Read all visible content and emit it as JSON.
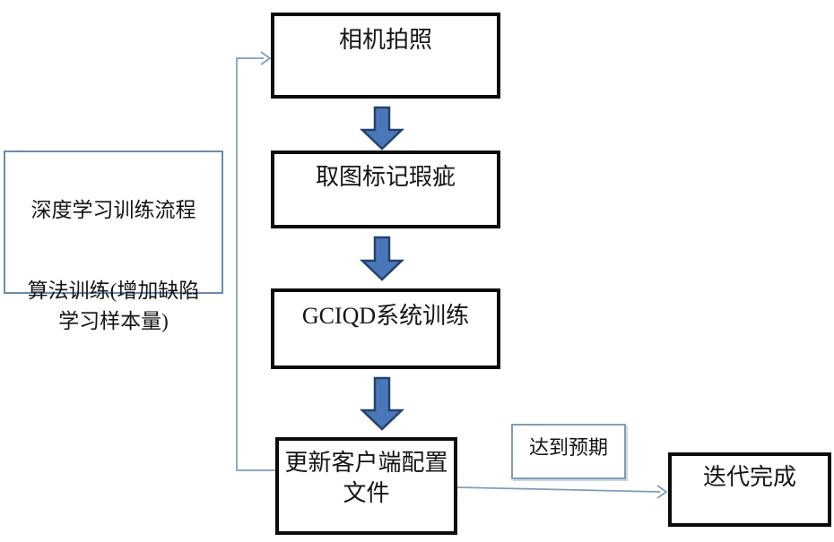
{
  "diagram": {
    "note": {
      "title_line": "深度学习训练流程",
      "body": "算法训练(增加缺陷\n学习样本量)"
    },
    "steps": [
      {
        "id": "camera",
        "label": "相机拍照"
      },
      {
        "id": "annotate",
        "label": "取图标记瑕疵"
      },
      {
        "id": "train",
        "label": "GCIQD系统训练"
      },
      {
        "id": "update-config",
        "label": "更新客户端配置\n文件"
      }
    ],
    "condition": {
      "label": "达到预期"
    },
    "terminal": {
      "label": "迭代完成"
    },
    "connectors": [
      {
        "from": "update-config",
        "to": "camera",
        "type": "elbow-loop-left"
      },
      {
        "from": "update-config",
        "to": "terminal",
        "type": "straight-right",
        "label": "达到预期"
      },
      {
        "from": "camera",
        "to": "annotate",
        "type": "block-arrow-down"
      },
      {
        "from": "annotate",
        "to": "train",
        "type": "block-arrow-down"
      },
      {
        "from": "train",
        "to": "update-config",
        "type": "block-arrow-down"
      }
    ],
    "colors": {
      "process_border": "#0c0c0c",
      "note_border": "#6b8ab0",
      "condition_border": "#7f9db9",
      "connector": "#7f9cbd",
      "block_arrow_fill": "#4a77b8",
      "block_arrow_stroke": "#24426e",
      "background": "#ffffff",
      "text": "#151515"
    }
  }
}
